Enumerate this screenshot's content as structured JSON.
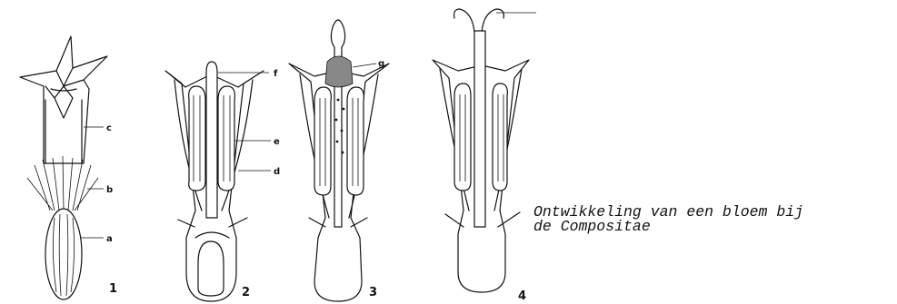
{
  "caption": {
    "line1": "Ontwikkeling van een bloem bij",
    "line2": "de Compositae"
  },
  "figures": [
    {
      "number": "1",
      "labels": [
        "c",
        "b",
        "a"
      ]
    },
    {
      "number": "2",
      "labels": [
        "f",
        "e",
        "d"
      ]
    },
    {
      "number": "3",
      "labels": [
        "g"
      ]
    },
    {
      "number": "4",
      "labels": []
    }
  ]
}
